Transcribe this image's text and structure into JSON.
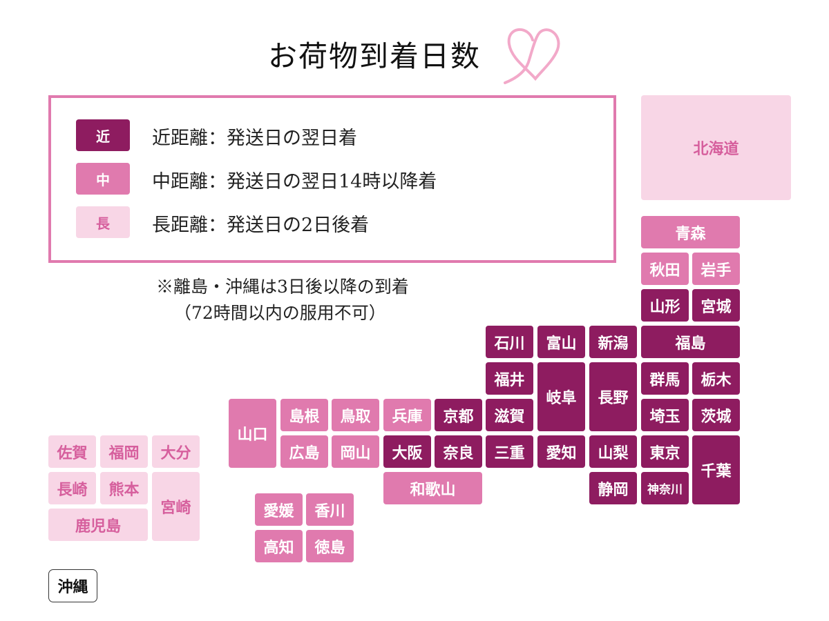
{
  "title": "お荷物到着日数",
  "colors": {
    "near": "#8e1c60",
    "mid": "#e07aae",
    "far": "#f8d6e6",
    "far_text": "#d65f9d",
    "border": "#e07aae"
  },
  "legend": [
    {
      "badge": "近",
      "text": "近距離：発送日の翌日着"
    },
    {
      "badge": "中",
      "text": "中距離：発送日の翌日14時以降着"
    },
    {
      "badge": "長",
      "text": "長距離：発送日の2日後着"
    }
  ],
  "note": [
    "※離島・沖縄は3日後以降の到着",
    "（72時間以内の服用不可）"
  ],
  "okinawa": "沖縄",
  "prefectures": {
    "hokkaido": "北海道",
    "aomori": "青森",
    "akita": "秋田",
    "iwate": "岩手",
    "yamagata": "山形",
    "miyagi": "宮城",
    "fukushima": "福島",
    "niigata": "新潟",
    "toyama": "富山",
    "ishikawa": "石川",
    "fukui": "福井",
    "gifu": "岐阜",
    "nagano": "長野",
    "gunma": "群馬",
    "tochigi": "栃木",
    "saitama": "埼玉",
    "ibaraki": "茨城",
    "tokyo": "東京",
    "chiba": "千葉",
    "kanagawa": "神奈川",
    "yamanashi": "山梨",
    "shizuoka": "静岡",
    "aichi": "愛知",
    "mie": "三重",
    "shiga": "滋賀",
    "kyoto": "京都",
    "osaka": "大阪",
    "nara": "奈良",
    "wakayama": "和歌山",
    "hyogo": "兵庫",
    "tottori": "鳥取",
    "shimane": "島根",
    "okayama": "岡山",
    "hiroshima": "広島",
    "yamaguchi": "山口",
    "kagawa": "香川",
    "ehime": "愛媛",
    "tokushima": "徳島",
    "kochi": "高知",
    "fukuoka": "福岡",
    "saga": "佐賀",
    "oita": "大分",
    "nagasaki": "長崎",
    "kumamoto": "熊本",
    "miyazaki": "宮崎",
    "kagoshima": "鹿児島"
  }
}
